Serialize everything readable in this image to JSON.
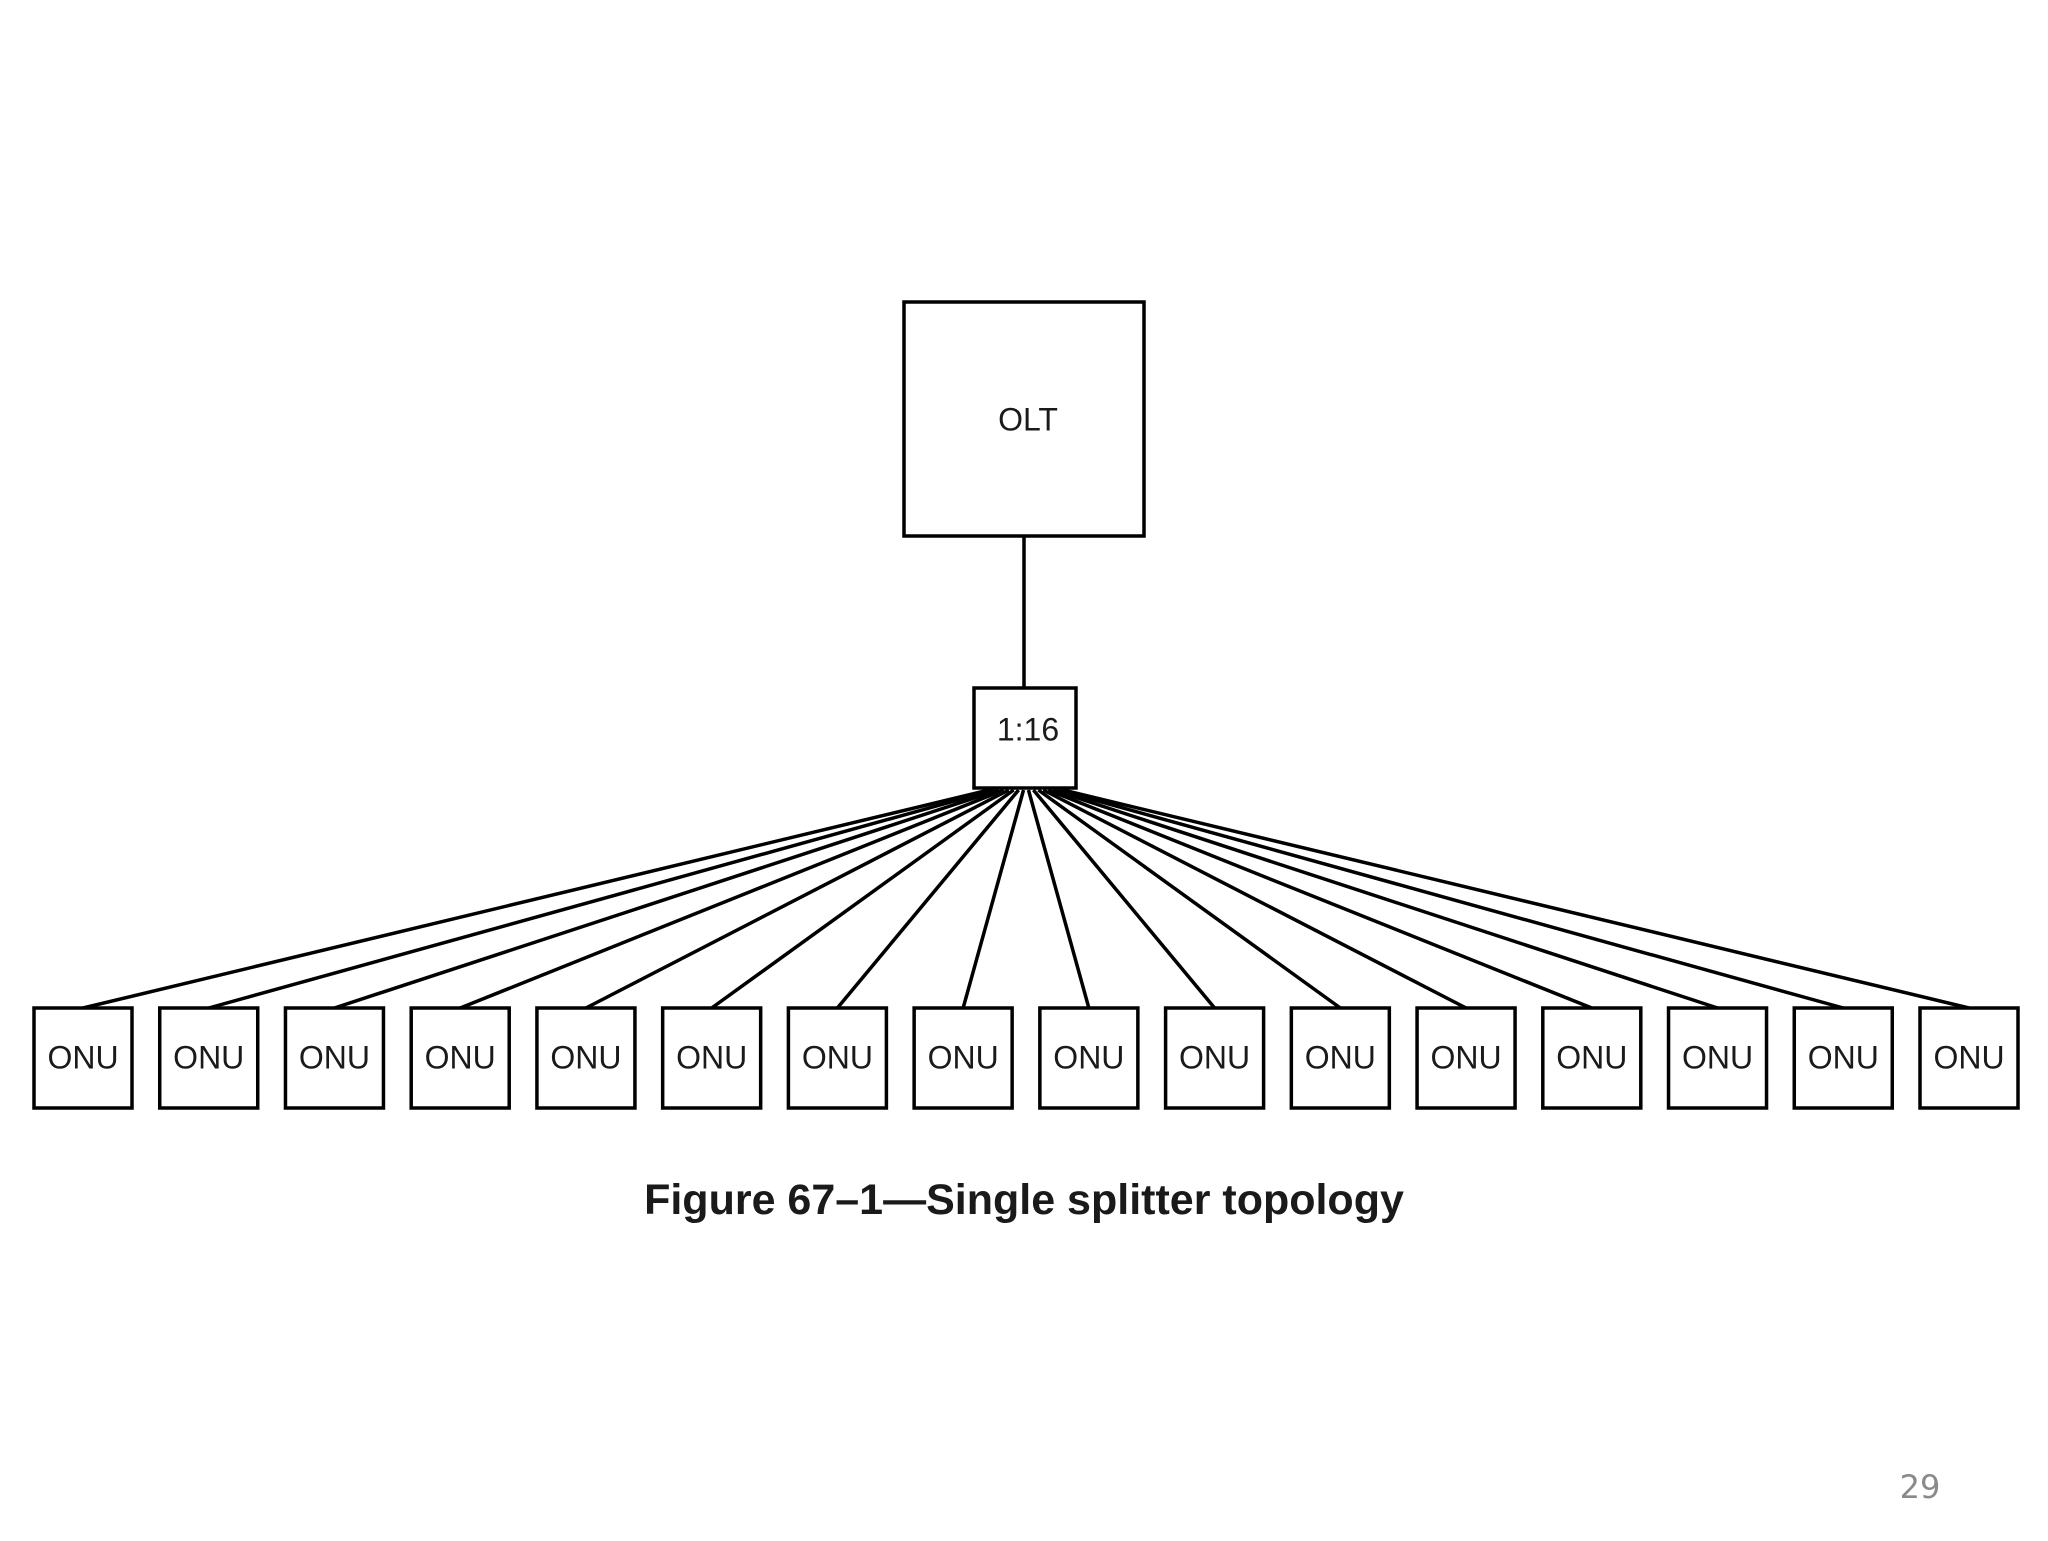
{
  "diagram": {
    "olt_label": "OLT",
    "splitter_label": "1:16",
    "onu_labels": [
      "ONU",
      "ONU",
      "ONU",
      "ONU",
      "ONU",
      "ONU",
      "ONU",
      "ONU",
      "ONU",
      "ONU",
      "ONU",
      "ONU",
      "ONU",
      "ONU",
      "ONU",
      "ONU"
    ]
  },
  "caption": "Figure 67–1—Single splitter topology",
  "page_number": "29"
}
